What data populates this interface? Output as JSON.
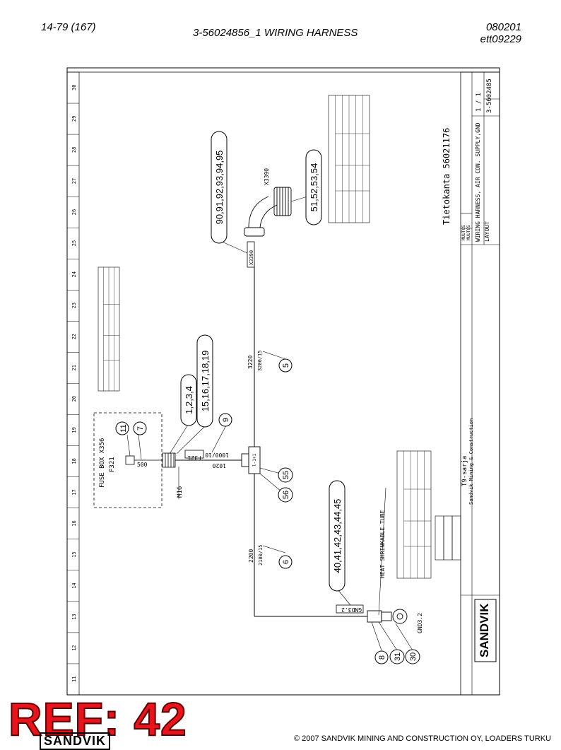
{
  "header": {
    "page_ref": "14-79 (167)",
    "title": "3-56024856_1 WIRING HARNESS",
    "date_code": "080201",
    "doc_code": "ett09229"
  },
  "ref_stamp": "REF: 42",
  "footer": {
    "copyright": "© 2007 SANDVIK MINING AND CONSTRUCTION OY, LOADERS TURKU",
    "partial_logo": "SANDVIK"
  },
  "ruler_numbers": [
    "11",
    "12",
    "13",
    "14",
    "15",
    "16",
    "17",
    "18",
    "19",
    "20",
    "21",
    "22",
    "23",
    "24",
    "25",
    "26",
    "27",
    "28",
    "29",
    "30"
  ],
  "fuse_box": {
    "label": "FUSE BOX X356",
    "fuse": "F321",
    "len": "500",
    "nut": "M16"
  },
  "callouts": {
    "c11": "11",
    "c7": "7",
    "c9": "9",
    "c5": "5",
    "c6": "6",
    "c56": "56",
    "c55": "55",
    "c8": "8",
    "c31": "31",
    "c30": "30",
    "p1": "1,2,3,4",
    "p2": "15,16,17,18,19",
    "p3": "90,91,92,93,94,95",
    "p4": "51,52,53,54",
    "p5": "40,41,42,43,44,45"
  },
  "labels": {
    "f321_tag": "F321",
    "len_1000": "1000/10",
    "len_1020": "1020",
    "len_3220": "3220",
    "len_3200": "3200/15",
    "len_2200": "2200",
    "len_2180": "2180/15",
    "x3390_tag": "X3390",
    "x3390_label": "X3390",
    "gnd_tag": "GND3.2",
    "gnd_label": "GND3.2",
    "heat_tube": "HEAT SHRINKABLE TUBE",
    "tietokanta": "Tietokanta 56021176"
  },
  "title_block": {
    "company": "Sandvik Mining & Construction",
    "series": "T9-sarja",
    "desc1": "WIRING HARNESS, AIR CON. SUPPLY,GND",
    "desc2": "LAYOUT",
    "part_no": "3-5602485",
    "sheet": "1 / 1",
    "logo": "SANDVIK",
    "muutos1": "MUUTOS",
    "muutos2": "MUUTOS"
  }
}
